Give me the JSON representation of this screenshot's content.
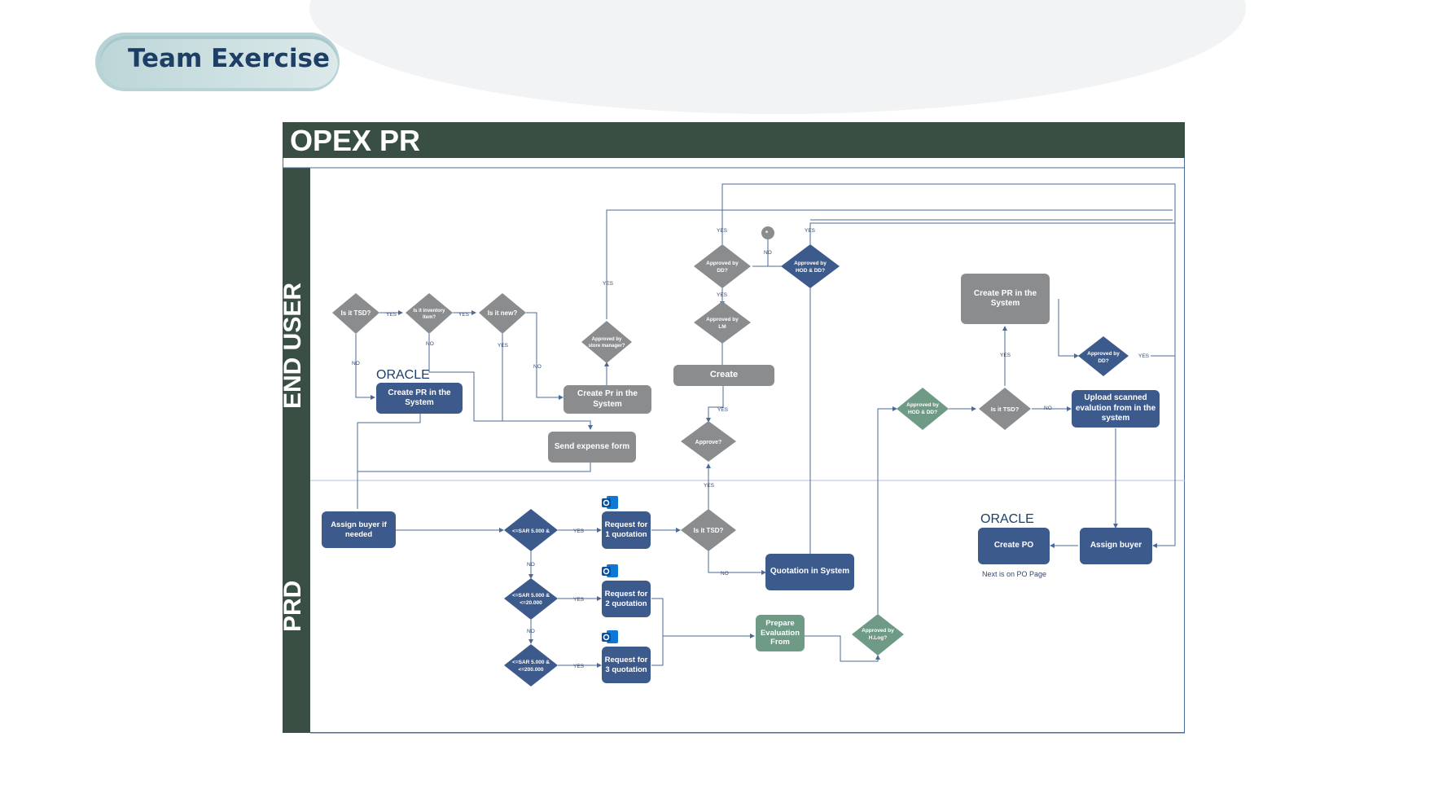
{
  "badge": "Team Exercise",
  "title": "OPEX PR",
  "lanes": {
    "end_user": "END USER",
    "prd": "PRD"
  },
  "oracle_labels": [
    "ORACLE",
    "ORACLE"
  ],
  "boxes": {
    "create_pr_oracle": "Create PR in the System",
    "create_pr_gray": "Create Pr in the System",
    "send_expense": "Send expense form",
    "create": "Create",
    "create_pr_right": "Create PR in the System",
    "upload_scanned": "Upload scanned evalution from in the system",
    "assign_buyer_if": "Assign buyer if needed",
    "req1": "Request for 1 quotation",
    "req2": "Request for 2 quotation",
    "req3": "Request for 3 quotation",
    "quotation_system": "Quotation in System",
    "prepare_eval": "Prepare Evaluation From",
    "create_po": "Create PO",
    "assign_buyer": "Assign buyer"
  },
  "decisions": {
    "is_tsd_top": "Is it TSD?",
    "is_inventory": "Is it inventory item?",
    "is_new": "Is it new?",
    "approved_store": "Approved by store manager?",
    "approved_dd": "Approved by DD?",
    "approved_lm": "Approved by LM",
    "approved_hod_dd_top": "Approved by HOD & DD?",
    "approve": "Approve?",
    "approved_hod_dd_green": "Approved by HOD & DD?",
    "is_tsd_right": "Is it TSD?",
    "approved_dd_right": "Approved by DD?",
    "sar_5000": "<=SAR 5.000 &",
    "sar_20000": "<=SAR 5.000 & <=20.000",
    "sar_200000": "<=SAR 5.000 & <=200.000",
    "is_tsd_prd": "Is it TSD?",
    "approved_hlog": "Approved by H.Log?"
  },
  "edge_labels": {
    "yes": "YES",
    "no": "NO"
  },
  "connector_mark": "*",
  "next_note": "Next is on PO Page",
  "colors": {
    "dark_green": "#3a4f43",
    "blue": "#3d5a8c",
    "gray": "#8a8c8e",
    "green": "#6e9a86",
    "line": "#4a6b9a"
  },
  "icons": [
    "outlook-icon",
    "outlook-icon",
    "outlook-icon"
  ]
}
